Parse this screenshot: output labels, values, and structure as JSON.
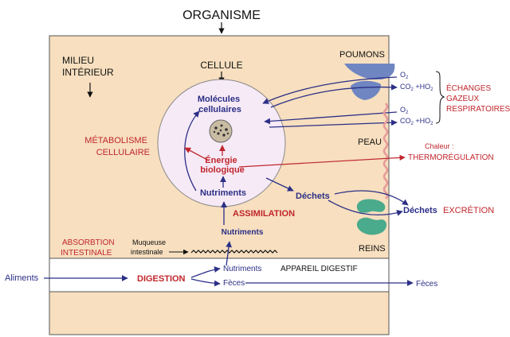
{
  "title": "ORGANISME",
  "labels": {
    "milieu_interieur_1": "MILIEU",
    "milieu_interieur_2": "INTÉRIEUR",
    "cellule": "CELLULE",
    "poumons": "POUMONS",
    "peau": "PEAU",
    "reins": "REINS",
    "molecules_1": "Molécules",
    "molecules_2": "cellulaires",
    "energie_1": "Énergie",
    "energie_2": "biologique",
    "nutriments_cell": "Nutriments",
    "nutriments_mid": "Nutriments",
    "nutriments_dig": "Nutriments",
    "dechets_cell": "Déchets",
    "dechets_out": "Déchets",
    "metabolisme_1": "MÉTABOLISME",
    "metabolisme_2": "CELLULAIRE",
    "assimilation": "ASSIMILATION",
    "absorption_1": "ABSORBTION",
    "absorption_2": "INTESTINALE",
    "muqueuse_1": "Muqueuse",
    "muqueuse_2": "intestinale",
    "appareil_digestif": "APPAREIL DIGESTIF",
    "aliments": "Aliments",
    "digestion": "DIGESTION",
    "feces_1": "Fèces",
    "feces_2": "Fèces",
    "o2_top": "O",
    "o2_top_sub": "2",
    "co2_top": "CO",
    "co2_top_sub": "2",
    "ho2_top": " +HO",
    "ho2_top_sub": "2",
    "o2_bot": "O",
    "o2_bot_sub": "2",
    "co2_bot": "CO",
    "co2_bot_sub": "2",
    "ho2_bot": " +HO",
    "ho2_bot_sub": "2",
    "echanges_1": "ÉCHANGES",
    "echanges_2": "GAZEUX",
    "echanges_3": "RESPIRATOIRES",
    "chaleur": "Chaleur :",
    "thermoregulation": "THERMORÉGULATION",
    "excretion": "EXCRÉTION"
  },
  "colors": {
    "organism_fill": "#f7dfbf",
    "cell_fill": "#f6eaf6",
    "blue_arrow": "#2b2f86",
    "red_text": "#c0262c",
    "lung_blue": "#6f86c2",
    "kidney_green": "#4aaa8c",
    "skin_pink": "#e89a9a"
  }
}
